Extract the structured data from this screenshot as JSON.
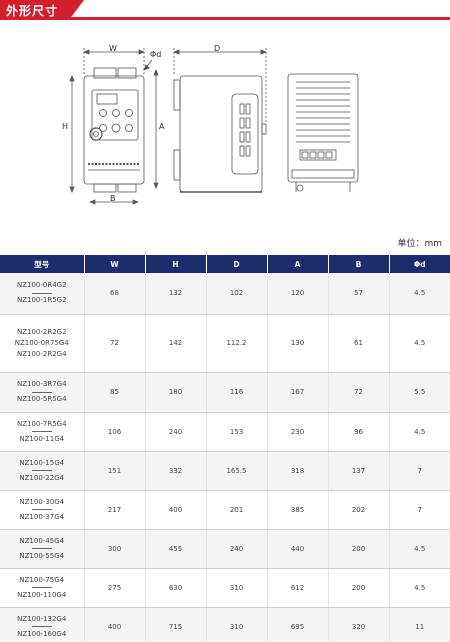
{
  "header": {
    "title": "外形尺寸"
  },
  "drawing_labels": {
    "w": "W",
    "phi": "Φd",
    "d": "D",
    "h": "H",
    "a": "A",
    "b": "B"
  },
  "unit_label": "单位：mm",
  "table": {
    "headers": [
      "型号",
      "W",
      "H",
      "D",
      "A",
      "B",
      "Φd"
    ],
    "rows": [
      {
        "models": [
          "NZ100-0R4G2",
          "—",
          "NZ100-1R5G2"
        ],
        "values": [
          "68",
          "132",
          "102",
          "120",
          "57",
          "4.5"
        ]
      },
      {
        "models": [
          "NZ100-2R2G2",
          "NZ100-0R75G4",
          "NZ100-2R2G4"
        ],
        "values": [
          "72",
          "142",
          "112.2",
          "130",
          "61",
          "4.5"
        ]
      },
      {
        "models": [
          "NZ100-3R7G4",
          "—",
          "NZ100-5R5G4"
        ],
        "values": [
          "85",
          "180",
          "116",
          "167",
          "72",
          "5.5"
        ]
      },
      {
        "models": [
          "NZ100-7R5G4",
          "—",
          "NZ100-11G4"
        ],
        "values": [
          "106",
          "240",
          "153",
          "230",
          "96",
          "4.5"
        ]
      },
      {
        "models": [
          "NZ100-15G4",
          "—",
          "NZ100-22G4"
        ],
        "values": [
          "151",
          "332",
          "165.5",
          "318",
          "137",
          "7"
        ]
      },
      {
        "models": [
          "NZ100-30G4",
          "—",
          "NZ100-37G4"
        ],
        "values": [
          "217",
          "400",
          "201",
          "385",
          "202",
          "7"
        ]
      },
      {
        "models": [
          "NZ100-45G4",
          "—",
          "NZ100-55G4"
        ],
        "values": [
          "300",
          "455",
          "240",
          "440",
          "200",
          "4.5"
        ]
      },
      {
        "models": [
          "NZ100-75G4",
          "—",
          "NZ100-110G4"
        ],
        "values": [
          "275",
          "630",
          "310",
          "612",
          "200",
          "4.5"
        ]
      },
      {
        "models": [
          "NZ100-132G4",
          "—",
          "NZ100-160G4"
        ],
        "values": [
          "400",
          "715",
          "310",
          "695",
          "320",
          "11"
        ]
      }
    ]
  }
}
